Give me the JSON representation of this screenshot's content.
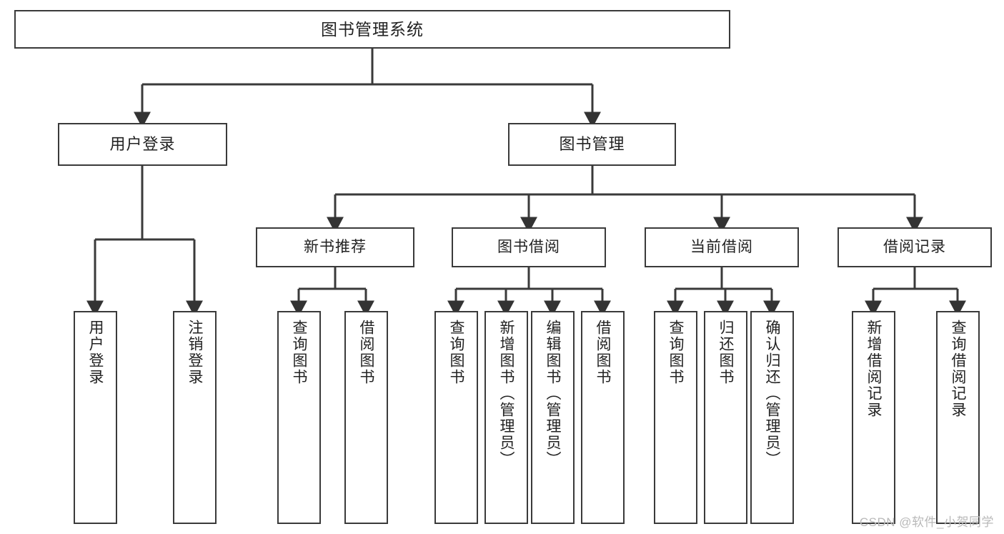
{
  "diagram": {
    "type": "tree-hierarchy",
    "title": "图书管理系统",
    "watermark": "CSDN @软件_小贺同学",
    "colors": {
      "stroke": "#3a3a3a",
      "text": "#222222",
      "background": "#ffffff",
      "watermark": "#b9b9b9"
    },
    "nodes": {
      "root": {
        "label": "图书管理系统"
      },
      "level1": [
        {
          "id": "user-login",
          "label": "用户登录"
        },
        {
          "id": "book-management",
          "label": "图书管理"
        }
      ],
      "level2": [
        {
          "id": "new-book-recommend",
          "label": "新书推荐",
          "parent": "book-management"
        },
        {
          "id": "book-borrow",
          "label": "图书借阅",
          "parent": "book-management"
        },
        {
          "id": "current-borrow",
          "label": "当前借阅",
          "parent": "book-management"
        },
        {
          "id": "borrow-record",
          "label": "借阅记录",
          "parent": "book-management"
        }
      ],
      "leaves": {
        "user_login": [
          {
            "id": "leaf-user-login",
            "label": "用户登录"
          },
          {
            "id": "leaf-logout-login",
            "label": "注销登录"
          }
        ],
        "new_book_recommend": [
          {
            "id": "leaf-query-book-1",
            "label": "查询图书"
          },
          {
            "id": "leaf-borrow-book-1",
            "label": "借阅图书"
          }
        ],
        "book_borrow": [
          {
            "id": "leaf-query-book-2",
            "label": "查询图书"
          },
          {
            "id": "leaf-add-book",
            "label": "新增图书（管理员）"
          },
          {
            "id": "leaf-edit-book",
            "label": "编辑图书（管理员）"
          },
          {
            "id": "leaf-borrow-book-2",
            "label": "借阅图书"
          }
        ],
        "current_borrow": [
          {
            "id": "leaf-query-book-3",
            "label": "查询图书"
          },
          {
            "id": "leaf-return-book",
            "label": "归还图书"
          },
          {
            "id": "leaf-confirm-return",
            "label": "确认归还（管理员）"
          }
        ],
        "borrow_record": [
          {
            "id": "leaf-add-borrow-record",
            "label": "新增借阅记录"
          },
          {
            "id": "leaf-query-borrow-record",
            "label": "查询借阅记录"
          }
        ]
      }
    }
  }
}
